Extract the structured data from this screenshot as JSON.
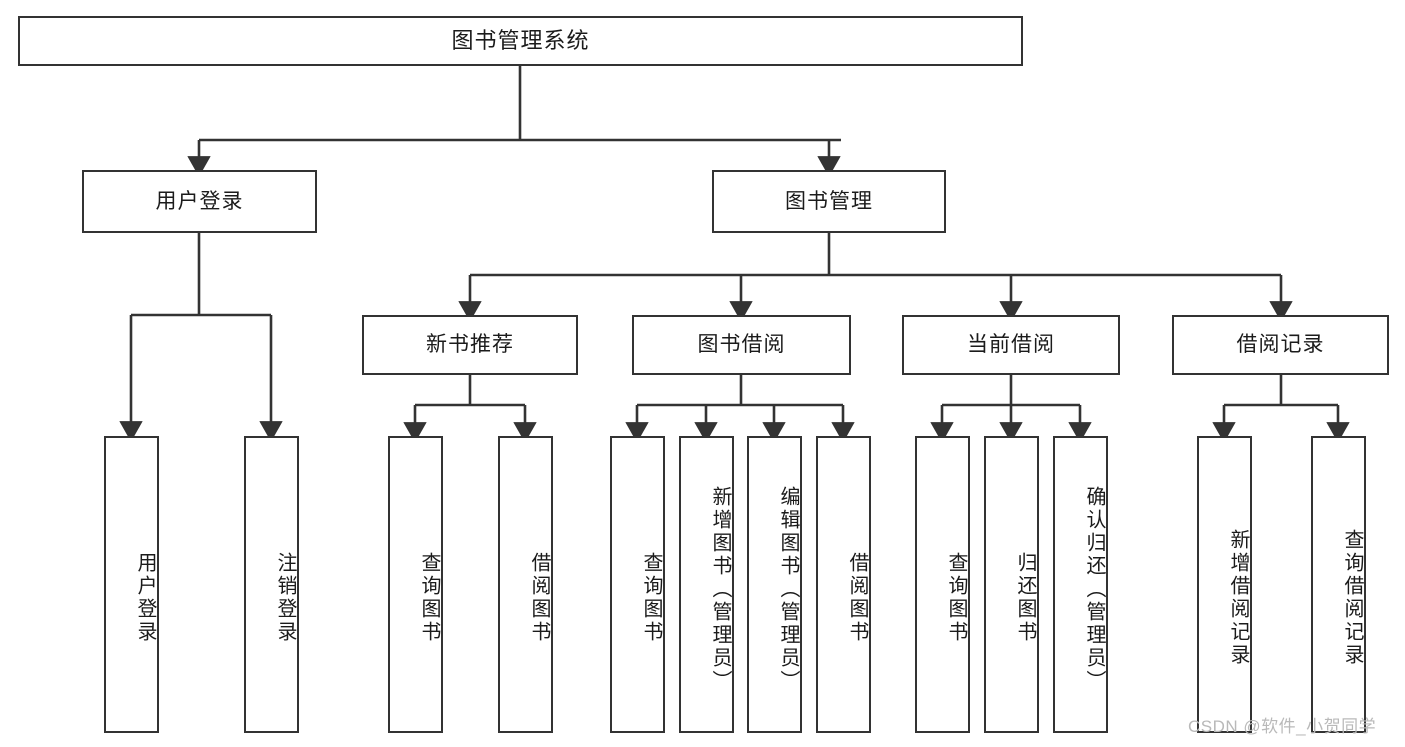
{
  "diagram": {
    "type": "tree-hierarchy",
    "title": "图书管理系统",
    "watermark": "CSDN @软件_小贺同学",
    "colors": {
      "box_border": "#333333",
      "box_fill": "#ffffff",
      "connector": "#333333",
      "text": "#1b1b1b",
      "watermark": "#b9b9b9",
      "background": "#ffffff"
    },
    "root": {
      "label": "图书管理系统"
    },
    "level2": [
      {
        "label": "用户登录"
      },
      {
        "label": "图书管理"
      }
    ],
    "level3": [
      {
        "label": "新书推荐"
      },
      {
        "label": "图书借阅"
      },
      {
        "label": "当前借阅"
      },
      {
        "label": "借阅记录"
      }
    ],
    "leaves": {
      "user_login": [
        {
          "label": "用户登录"
        },
        {
          "label": "注销登录"
        }
      ],
      "new_book": [
        {
          "label": "查询图书"
        },
        {
          "label": "借阅图书"
        }
      ],
      "borrow_book": [
        {
          "label": "查询图书"
        },
        {
          "label": "新增图书（管理员）"
        },
        {
          "label": "编辑图书（管理员）"
        },
        {
          "label": "借阅图书"
        }
      ],
      "current_borrow": [
        {
          "label": "查询图书"
        },
        {
          "label": "归还图书"
        },
        {
          "label": "确认归还（管理员）"
        }
      ],
      "borrow_record": [
        {
          "label": "新增借阅记录"
        },
        {
          "label": "查询借阅记录"
        }
      ]
    }
  }
}
